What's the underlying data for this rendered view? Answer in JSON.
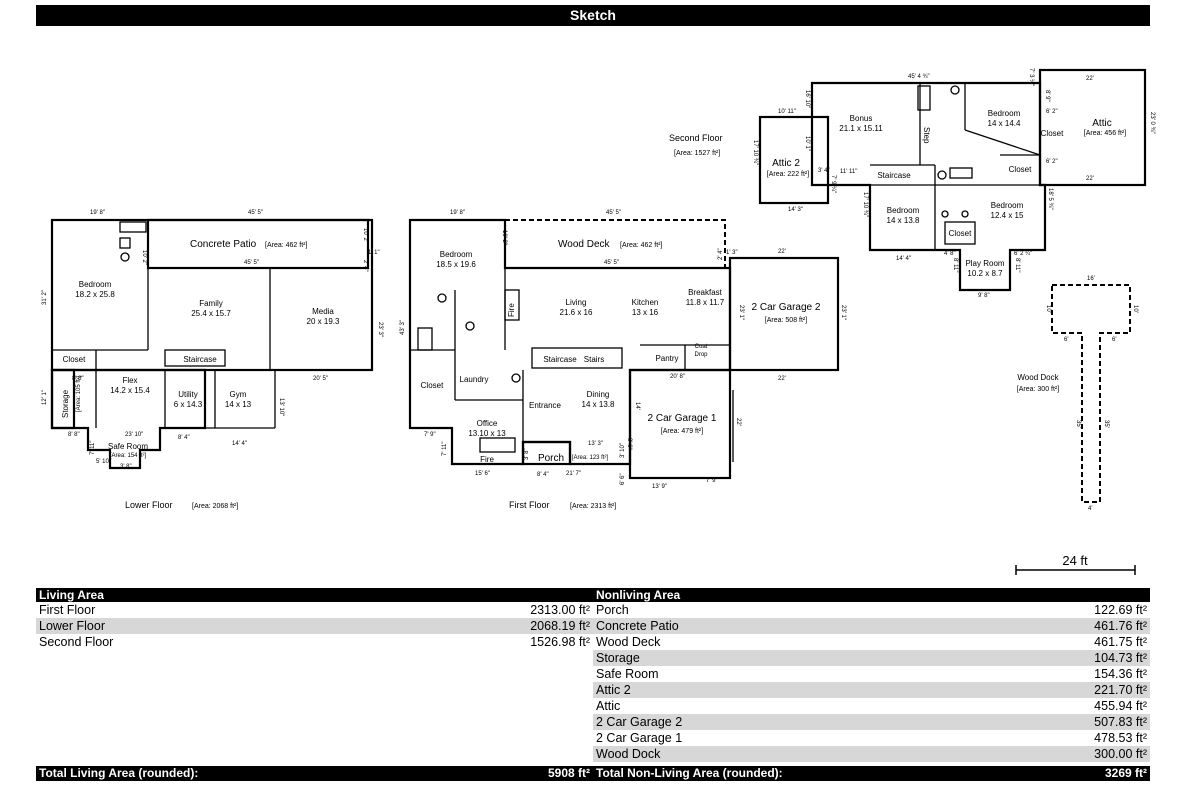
{
  "title": "Sketch",
  "floors": {
    "lower": {
      "name": "Lower Floor",
      "area": "[Area: 2068 ft²]"
    },
    "first": {
      "name": "First Floor",
      "area": "[Area: 2313 ft²]"
    },
    "second": {
      "name": "Second Floor",
      "area": "[Area: 1527 ft²]"
    }
  },
  "rooms": {
    "lower": {
      "concrete_patio": "Concrete Patio",
      "concrete_patio_area": "[Area: 462 ft²]",
      "bedroom": "Bedroom",
      "bedroom_dim": "18.2 x 25.8",
      "family": "Family",
      "family_dim": "25.4 x 15.7",
      "media": "Media",
      "media_dim": "20 x 19.3",
      "closet": "Closet",
      "staircase": "Staircase",
      "flex": "Flex",
      "flex_dim": "14.2 x 15.4",
      "utility": "Utility",
      "utility_dim": "6 x 14.3",
      "gym": "Gym",
      "gym_dim": "14 x 13",
      "storage": "Storage",
      "storage_area": "[Area: 105 ft²]",
      "safe_room": "Safe Room",
      "safe_room_area": "[Area: 154 ft²]"
    },
    "first": {
      "wood_deck": "Wood Deck",
      "wood_deck_area": "[Area: 462 ft²]",
      "bedroom": "Bedroom",
      "bedroom_dim": "18.5 x 19.6",
      "fire1": "Fire",
      "living": "Living",
      "living_dim": "21.6 x 16",
      "kitchen": "Kitchen",
      "kitchen_dim": "13 x 16",
      "breakfast": "Breakfast",
      "breakfast_dim": "11.8 x 11.7",
      "garage2": "2 Car Garage 2",
      "garage2_area": "[Area: 508 ft²]",
      "staircase": "Staircase",
      "stairs": "Stairs",
      "pantry": "Pantry",
      "coat": "Coat",
      "drop": "Drop",
      "closet": "Closet",
      "laundry": "Laundry",
      "entrance": "Entrance",
      "dining": "Dining",
      "dining_dim": "14 x 13.8",
      "garage1": "2 Car Garage 1",
      "garage1_area": "[Area: 479 ft²]",
      "office": "Office",
      "office_dim": "13.10 x 13",
      "fire2": "Fire",
      "porch": "Porch",
      "porch_area": "[Area: 123 ft²]"
    },
    "second": {
      "bonus": "Bonus",
      "bonus_dim": "21.1 x 15.11",
      "step": "Step",
      "bedroom1": "Bedroom",
      "bedroom1_dim": "14 x 14.4",
      "closet1": "Closet",
      "attic": "Attic",
      "attic_area": "[Area: 456 ft²]",
      "attic2": "Attic 2",
      "attic2_area": "[Area: 222 ft²]",
      "staircase": "Staircase",
      "closet2": "Closet",
      "bedroom2": "Bedroom",
      "bedroom2_dim": "14 x 13.8",
      "bedroom3": "Bedroom",
      "bedroom3_dim": "12.4 x 15",
      "closet3": "Closet",
      "play_room": "Play Room",
      "play_room_dim": "10.2 x 8.7"
    },
    "wood_dock": {
      "name": "Wood Dock",
      "area": "[Area: 300 ft²]"
    }
  },
  "dimensions": {
    "lower": [
      "19' 8\"",
      "45' 5\"",
      "45' 5\"",
      "31' 2\"",
      "23' 3\"",
      "20' 5\"",
      "13' 10\"",
      "14' 4\"",
      "23' 10\"",
      "8' 8\"",
      "8' 4\"",
      "12' 1\"",
      "5' 10\"",
      "3' 8\"",
      "7' 11\"",
      "10' 2\"",
      "10' 2\"",
      "2' 4\"",
      "8' 8\"",
      "1' 1\""
    ],
    "first": [
      "19' 8\"",
      "45' 5\"",
      "45' 5\"",
      "22'",
      "43' 3\"",
      "23' 1\"",
      "23' 1\"",
      "22'",
      "20' 8\"",
      "22'",
      "14'",
      "13' 3\"",
      "21' 7\"",
      "15' 6\"",
      "8' 4\"",
      "13' 9\"",
      "7' 9\"",
      "7' 9\"",
      "7' 11\"",
      "10' 2\"",
      "2' 4\"",
      "1' 3\"",
      "8' 6\"",
      "3' 8\"",
      "3' 10\"",
      "6' 6\""
    ],
    "second": [
      "45' 4 ¾\"",
      "22'",
      "22'",
      "16' 10\"",
      "10' 11\"",
      "17' 10 ¾\"",
      "10' 1\"",
      "11' 11\"",
      "14' 3\"",
      "7' 9 ¼\"",
      "23' 0 ¾\"",
      "17' 10 ¾\"",
      "18' 5 ¾\"",
      "14' 4\"",
      "9' 8\"",
      "6' 2 ¼\"",
      "7' 3 ½\"",
      "8' 9\"",
      "6' 2\"",
      "6' 2\"",
      "3' 4\"",
      "4' 8\"",
      "8' 11\"",
      "8' 11\""
    ],
    "dock": [
      "16'",
      "10'",
      "10'",
      "6'",
      "6'",
      "35'",
      "35'",
      "4'"
    ]
  },
  "scale": {
    "label": "24 ft"
  },
  "living": {
    "header": "Living Area",
    "rows": [
      {
        "label": "First Floor",
        "value": "2313.00 ft²"
      },
      {
        "label": "Lower Floor",
        "value": "2068.19 ft²"
      },
      {
        "label": "Second Floor",
        "value": "1526.98 ft²"
      }
    ],
    "total_label": "Total Living Area (rounded):",
    "total_value": "5908 ft²"
  },
  "nonliving": {
    "header": "Nonliving Area",
    "rows": [
      {
        "label": "Porch",
        "value": "122.69 ft²"
      },
      {
        "label": "Concrete Patio",
        "value": "461.76 ft²"
      },
      {
        "label": "Wood Deck",
        "value": "461.75 ft²"
      },
      {
        "label": "Storage",
        "value": "104.73 ft²"
      },
      {
        "label": "Safe Room",
        "value": "154.36 ft²"
      },
      {
        "label": "Attic 2",
        "value": "221.70 ft²"
      },
      {
        "label": "Attic",
        "value": "455.94 ft²"
      },
      {
        "label": "2 Car Garage 2",
        "value": "507.83 ft²"
      },
      {
        "label": "2 Car Garage 1",
        "value": "478.53 ft²"
      },
      {
        "label": "Wood Dock",
        "value": "300.00 ft²"
      }
    ],
    "total_label": "Total Non-Living Area (rounded):",
    "total_value": "3269 ft²"
  }
}
